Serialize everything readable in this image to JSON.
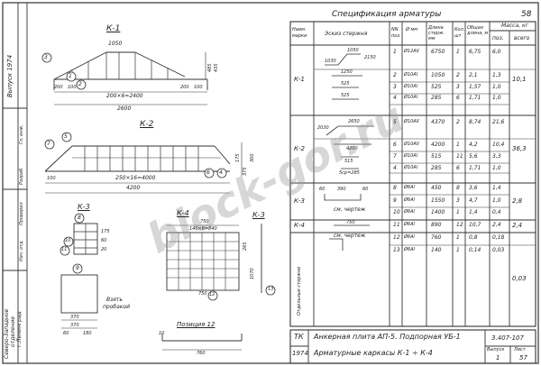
{
  "page_number": "58",
  "left_stamp": {
    "series": "Выпуск 1974",
    "org": [
      "Северо-Западное",
      "отделение",
      "г.Ленинград"
    ],
    "roles": [
      "Разраб.",
      "Проверил",
      "Нач. отд.",
      "Гл. инж."
    ]
  },
  "frames": {
    "k1": {
      "title": "К-1",
      "callouts": [
        "3",
        "1",
        "2"
      ],
      "dims": [
        "1050",
        "200",
        "100",
        "200",
        "100",
        "200×6=2400",
        "2600",
        "485",
        "435"
      ]
    },
    "k2": {
      "title": "К-2",
      "callouts": [
        "5",
        "6",
        "4",
        "7"
      ],
      "dims": [
        "100",
        "250×16=4000",
        "4200",
        "175",
        "375",
        "300"
      ]
    },
    "k3": {
      "title": "К-3",
      "callouts": [
        "8",
        "10",
        "11",
        "9"
      ],
      "dims": [
        "175",
        "60",
        "20",
        "370",
        "370",
        "60",
        "180"
      ],
      "note": [
        "Взять",
        "пробакой"
      ]
    },
    "k4": {
      "title": "К-4",
      "dims": [
        "750",
        "140×6=840",
        "750",
        "265",
        "1070"
      ]
    },
    "k3_section": {
      "title": "К-3"
    },
    "position12": {
      "title": "Позиция 12",
      "callouts": [
        "12",
        "13"
      ],
      "dims": [
        "760",
        "10"
      ]
    }
  },
  "spec": {
    "title": "Спецификация арматуры",
    "headers": {
      "marka": "Наим. марки",
      "sketch": "Эскиз стержня",
      "pos": "NN поз.",
      "dia": "Ø мм",
      "length": "Длина стерж. мм",
      "qty": "Кол. шт",
      "total_len": "Общая длина, м",
      "mass_group": "Масса, кг",
      "mass_pos": "поз.",
      "mass_total": "всего"
    },
    "sketch_labels": {
      "k1_s1": [
        "1050",
        "2150",
        "1030"
      ],
      "k1_s2": "1250",
      "k1_s3": "525",
      "k1_s4": "525",
      "k2_s1": [
        "2650",
        "2030"
      ],
      "k2_s2": "4200",
      "k2_s3": "515",
      "k2_s4": "5ср=285",
      "k3_s1": [
        "60",
        "390",
        "60"
      ],
      "k3_s2": "см. чертеж",
      "k4_s1": "750",
      "k4_s2": "см. чертеж"
    },
    "groups": [
      {
        "marka": "К-1",
        "total": "10,1",
        "rows": [
          {
            "pos": "1",
            "dia": "Ø12АII",
            "length": "6750",
            "qty": "1",
            "total_len": "6,75",
            "mass_pos": "6,0"
          },
          {
            "pos": "2",
            "dia": "Ø10АI",
            "length": "1050",
            "qty": "2",
            "total_len": "2,1",
            "mass_pos": "1,3"
          },
          {
            "pos": "3",
            "dia": "Ø10АI",
            "length": "525",
            "qty": "3",
            "total_len": "1,57",
            "mass_pos": "1,0"
          },
          {
            "pos": "4",
            "dia": "Ø10АI",
            "length": "285",
            "qty": "6",
            "total_len": "1,71",
            "mass_pos": "1,0"
          }
        ]
      },
      {
        "marka": "К-2",
        "total": "36,3",
        "rows": [
          {
            "pos": "5",
            "dia": "Ø10АII",
            "length": "4370",
            "qty": "2",
            "total_len": "8,74",
            "mass_pos": "21,6"
          },
          {
            "pos": "6",
            "dia": "Ø10АII",
            "length": "4200",
            "qty": "1",
            "total_len": "4,2",
            "mass_pos": "10,4"
          },
          {
            "pos": "7",
            "dia": "Ø10АI",
            "length": "515",
            "qty": "11",
            "total_len": "5,6",
            "mass_pos": "3,3"
          },
          {
            "pos": "4",
            "dia": "Ø10АI",
            "length": "285",
            "qty": "6",
            "total_len": "1,71",
            "mass_pos": "1,0"
          }
        ]
      },
      {
        "marka": "К-3",
        "total": "2,8",
        "rows": [
          {
            "pos": "8",
            "dia": "Ø6АI",
            "length": "450",
            "qty": "8",
            "total_len": "3,6",
            "mass_pos": "1,4"
          },
          {
            "pos": "9",
            "dia": "Ø6АI",
            "length": "1550",
            "qty": "3",
            "total_len": "4,7",
            "mass_pos": "1,0"
          },
          {
            "pos": "10",
            "dia": "Ø6АI",
            "length": "1400",
            "qty": "1",
            "total_len": "1,4",
            "mass_pos": "0,4"
          }
        ]
      },
      {
        "marka": "К-4",
        "total": "2,4",
        "rows": [
          {
            "pos": "11",
            "dia": "Ø6АI",
            "length": "890",
            "qty": "12",
            "total_len": "10,7",
            "mass_pos": "2,4"
          }
        ]
      },
      {
        "marka": "Отдельные стержни",
        "total": "0,03",
        "rows": [
          {
            "pos": "12",
            "dia": "Ø6АI",
            "length": "760",
            "qty": "1",
            "total_len": "0,8",
            "mass_pos": "0,18"
          },
          {
            "pos": "13",
            "dia": "Ø6АI",
            "length": "140",
            "qty": "1",
            "total_len": "0,14",
            "mass_pos": "0,03"
          }
        ]
      }
    ]
  },
  "title_block": {
    "code": "ТК",
    "year": "1974",
    "line1": "Анкерная плита АП-5. Подпорная УБ-1",
    "line2": "Арматурные каркасы  К-1 ÷ К-4",
    "doc_number": "3.407-107",
    "issue_label": "Выпуск",
    "sheet_label": "Лист",
    "issue": "1",
    "sheet": "57"
  },
  "watermark": "block-gor.ru"
}
